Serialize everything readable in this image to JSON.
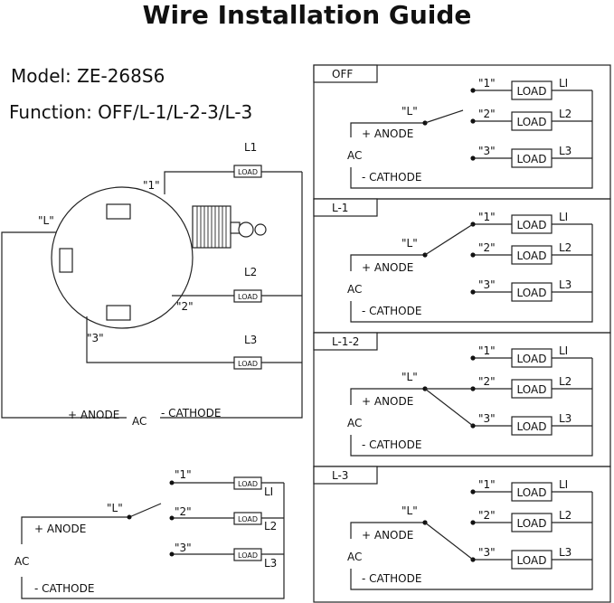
{
  "title": "Wire Installation Guide",
  "model": "Model: ZE-268S6",
  "function": "Function: OFF/L-1/L-2-3/L-3",
  "labels": {
    "load": "LOAD",
    "anode": "+ ANODE",
    "cathode": "- CATHODE",
    "ac": "AC",
    "l_terminal": "\"L\"",
    "t1": "\"1\"",
    "t2": "\"2\"",
    "t3": "\"3\"",
    "l1": "L1",
    "l2": "L2",
    "l3": "L3",
    "li": "LI"
  },
  "panels": [
    {
      "name": "OFF",
      "connected": []
    },
    {
      "name": "L-1",
      "connected": [
        1
      ]
    },
    {
      "name": "L-1-2",
      "connected": [
        2,
        3
      ]
    },
    {
      "name": "L-3",
      "connected": [
        3
      ]
    }
  ]
}
